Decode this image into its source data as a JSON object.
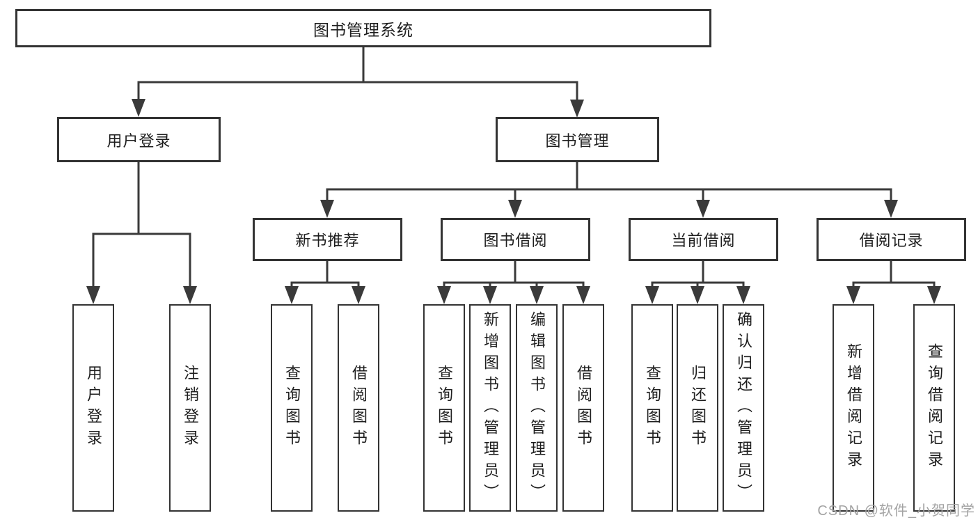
{
  "tree": {
    "label": "图书管理系统",
    "children": [
      {
        "label": "用户登录",
        "children": [
          {
            "label": "用户登录"
          },
          {
            "label": "注销登录"
          }
        ]
      },
      {
        "label": "图书管理",
        "children": [
          {
            "label": "新书推荐",
            "children": [
              {
                "label": "查询图书"
              },
              {
                "label": "借阅图书"
              }
            ]
          },
          {
            "label": "图书借阅",
            "children": [
              {
                "label": "查询图书"
              },
              {
                "label": "新增图书（管理员）"
              },
              {
                "label": "编辑图书（管理员）"
              },
              {
                "label": "借阅图书"
              }
            ]
          },
          {
            "label": "当前借阅",
            "children": [
              {
                "label": "查询图书"
              },
              {
                "label": "归还图书"
              },
              {
                "label": "确认归还（管理员）"
              }
            ]
          },
          {
            "label": "借阅记录",
            "children": [
              {
                "label": "新增借阅记录"
              },
              {
                "label": "查询借阅记录"
              }
            ]
          }
        ]
      }
    ]
  },
  "watermark": {
    "text": "CSDN @软件_小贺同学"
  },
  "colors": {
    "line": "#3a3a3a",
    "box_border": "#333333",
    "box_fill": "#ffffff",
    "text": "#1e1e1e",
    "watermark_text": "#a3a3a3",
    "background": "#ffffff"
  }
}
